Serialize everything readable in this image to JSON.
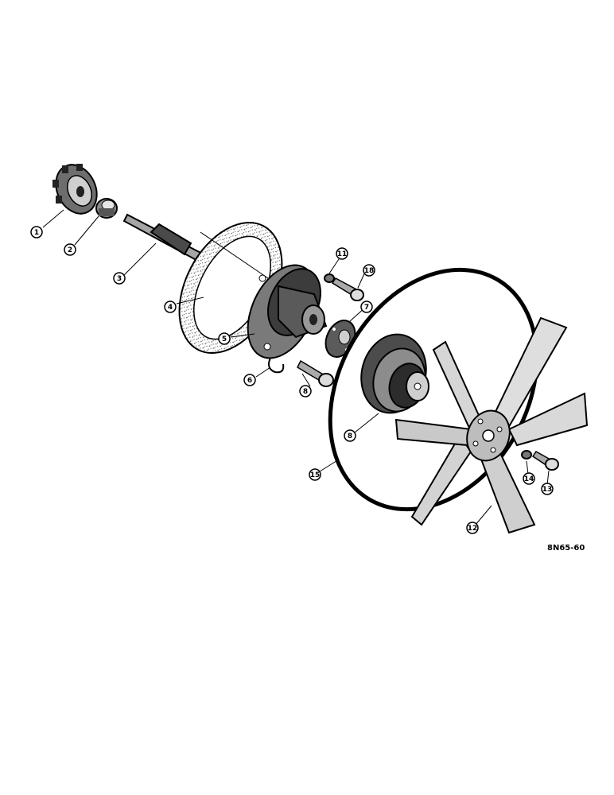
{
  "diagram": {
    "drawing_code": "8N65-60",
    "callouts": [
      "1",
      "2",
      "3",
      "4",
      "5",
      "6",
      "7",
      "8",
      "8",
      "15",
      "11",
      "18",
      "12",
      "13",
      "14"
    ]
  },
  "colors": {
    "ink": "#000000",
    "paper": "#ffffff",
    "shade": "#9a9a9a",
    "blade": "#d9d9d9"
  }
}
